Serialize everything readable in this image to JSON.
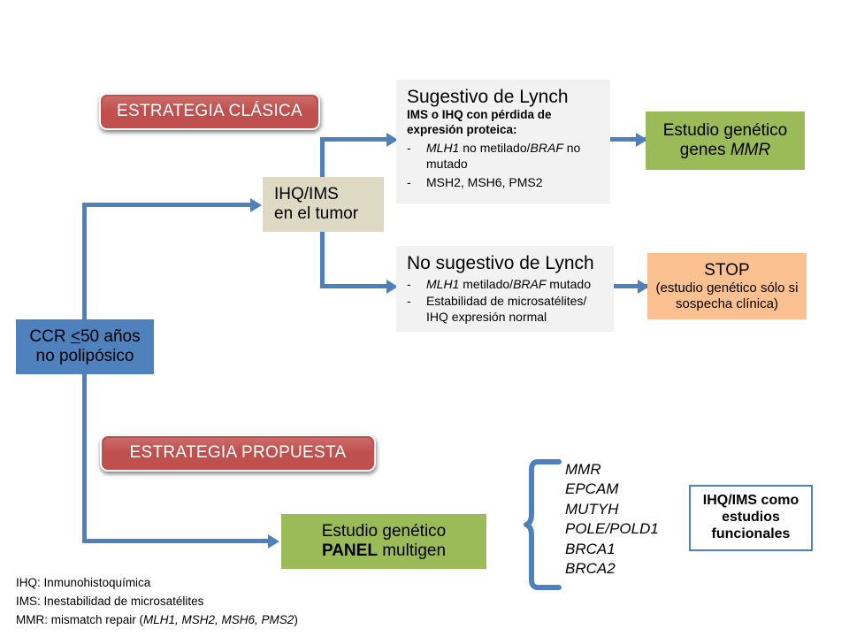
{
  "diagram": {
    "title_classic": "ESTRATEGIA CLÁSICA",
    "title_proposed": "ESTRATEGIA PROPUESTA",
    "start_box": {
      "line1_a": "CCR ",
      "line1_b": "<",
      "line1_c": "50 años",
      "line2": "no polipósico"
    },
    "ihq_ims_box": {
      "line1": "IHQ/IMS",
      "line2": "en el tumor"
    },
    "suggestive": {
      "title": "Sugestivo de Lynch",
      "subtitle_line1": "IMS o IHQ con pérdida de",
      "subtitle_line2": "expresión proteica:",
      "items": [
        {
          "dash": "-",
          "parts": [
            {
              "text": "MLH1",
              "italic": true
            },
            {
              "text": " no metilado/",
              "italic": false
            },
            {
              "text": "BRAF",
              "italic": true
            },
            {
              "text": " no",
              "italic": false
            }
          ],
          "cont": "mutado"
        },
        {
          "dash": "-",
          "parts": [
            {
              "text": "MSH2, MSH6, PMS2",
              "italic": false
            }
          ],
          "cont": ""
        }
      ]
    },
    "not_suggestive": {
      "title": "No sugestivo de Lynch",
      "items": [
        {
          "dash": "-",
          "parts": [
            {
              "text": "MLH1",
              "italic": true
            },
            {
              "text": " metilado/",
              "italic": false
            },
            {
              "text": "BRAF",
              "italic": true
            },
            {
              "text": " mutado",
              "italic": false
            }
          ],
          "cont": ""
        },
        {
          "dash": "-",
          "parts": [
            {
              "text": "Estabilidad de microsatélites/",
              "italic": false
            }
          ],
          "cont": "IHQ expresión normal"
        }
      ]
    },
    "mmr_box": {
      "line1": "Estudio genético",
      "line2_a": "genes ",
      "line2_b": "MMR"
    },
    "stop_box": {
      "line1": "STOP",
      "line2": "(estudio genético sólo si",
      "line3": "sospecha clínica)"
    },
    "panel_box": {
      "line1": "Estudio genético",
      "line2_a": "PANEL",
      "line2_b": " multigen"
    },
    "genes": [
      "MMR",
      "EPCAM",
      "MUTYH",
      "POLE/POLD1",
      "BRCA1",
      "BRCA2"
    ],
    "functional_box": {
      "line1": "IHQ/IMS como",
      "line2": "estudios",
      "line3": "funcionales"
    },
    "legend": {
      "line1": "IHQ: Inmunohistoquímica",
      "line2": "IMS: Inestabilidad de microsatélites",
      "line3_a": "MMR: mismatch repair  (",
      "line3_b": "MLH1, MSH2, MSH6, PMS2",
      "line3_c": ")"
    }
  },
  "colors": {
    "accent_blue": "#4F81BD",
    "connector_blue": "#4E81BC",
    "banner_red": "#C0504D",
    "khaki": "#DDD9C3",
    "green": "#9BBB59",
    "orange": "#FAC090",
    "gray": "#F2F2F2"
  }
}
